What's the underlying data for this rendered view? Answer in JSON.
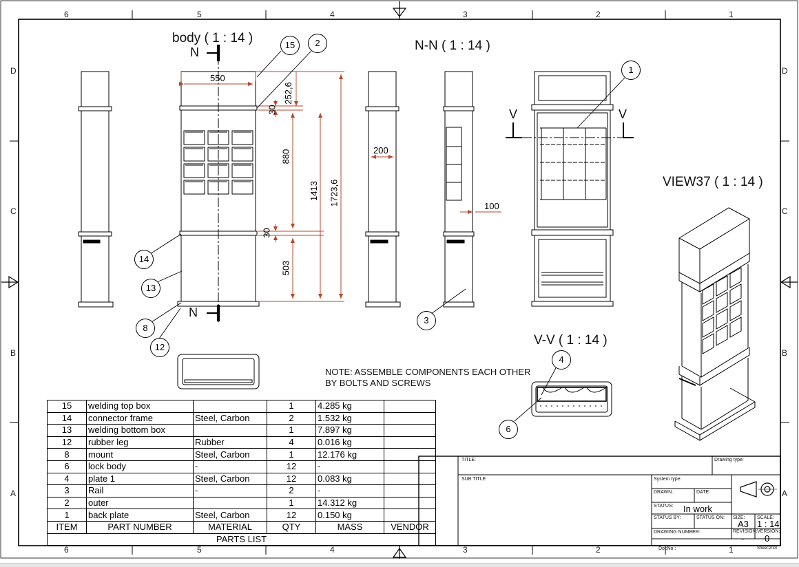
{
  "zones": {
    "columns": [
      "6",
      "5",
      "4",
      "3",
      "2",
      "1"
    ],
    "rows": [
      "D",
      "C",
      "B",
      "A"
    ]
  },
  "views": {
    "body_title": "body ( 1 : 14 )",
    "nn_title": "N-N ( 1 : 14 )",
    "view37_title": "VIEW37 ( 1 : 14 )",
    "vv_title": "V-V ( 1 : 14 )",
    "section_n": "N",
    "section_v": "V"
  },
  "dimensions": {
    "width_550": "550",
    "d252": "252,6",
    "d30a": "30",
    "d880": "880",
    "d1413": "1413",
    "d1723": "1723,6",
    "d30b": "30",
    "d503": "503",
    "d200": "200",
    "d100": "100"
  },
  "balloons": {
    "b15": "15",
    "b2": "2",
    "b1": "1",
    "b14": "14",
    "b13": "13",
    "b8": "8",
    "b12": "12",
    "b3": "3",
    "b4": "4",
    "b6": "6"
  },
  "note": {
    "line1": "NOTE: ASSEMBLE COMPONENTS EACH OTHER",
    "line2": "BY BOLTS AND SCREWS"
  },
  "parts_list": {
    "caption": "PARTS LIST",
    "headers": [
      "ITEM",
      "PART NUMBER",
      "MATERIAL",
      "QTY",
      "MASS",
      "VENDOR"
    ],
    "rows": [
      [
        "15",
        "welding top box",
        "",
        "1",
        "4.285 kg",
        ""
      ],
      [
        "14",
        "connector frame",
        "Steel, Carbon",
        "2",
        "1.532 kg",
        ""
      ],
      [
        "13",
        "welding bottom box",
        "",
        "1",
        "7.897 kg",
        ""
      ],
      [
        "12",
        "rubber leg",
        "Rubber",
        "4",
        "0.016 kg",
        ""
      ],
      [
        "8",
        "mount",
        "Steel, Carbon",
        "1",
        "12.176 kg",
        ""
      ],
      [
        "6",
        "lock body",
        "-",
        "12",
        "-",
        ""
      ],
      [
        "4",
        "plate 1",
        "Steel, Carbon",
        "12",
        "0.083 kg",
        ""
      ],
      [
        "3",
        "Rail",
        "-",
        "2",
        "-",
        ""
      ],
      [
        "2",
        "outer",
        "",
        "1",
        "14.312 kg",
        ""
      ],
      [
        "1",
        "back plate",
        "Steel, Carbon",
        "12",
        "0.150 kg",
        ""
      ]
    ]
  },
  "title_block": {
    "title": "TITLE:",
    "drawing_type": "Drawing type:",
    "sub_title": "SUB TITLE",
    "system_type": "System type:",
    "drawn": "DRAWN.:",
    "date": "DATE:",
    "status": "STATUS:",
    "status_value": "In work",
    "status_by": "STATUS BY:",
    "status_on": "STATUS ON:",
    "size": "SIZE:",
    "size_value": "A3",
    "scale": "SCALE:",
    "scale_value": "1 : 14",
    "drawing_number": "DRAWING NUMBER:",
    "revision": "REVISION:",
    "revision_value": "-",
    "version": "VERSION:",
    "version_value": "0",
    "docno": "DocNo.:",
    "sheet": "Sheet:2/34"
  }
}
